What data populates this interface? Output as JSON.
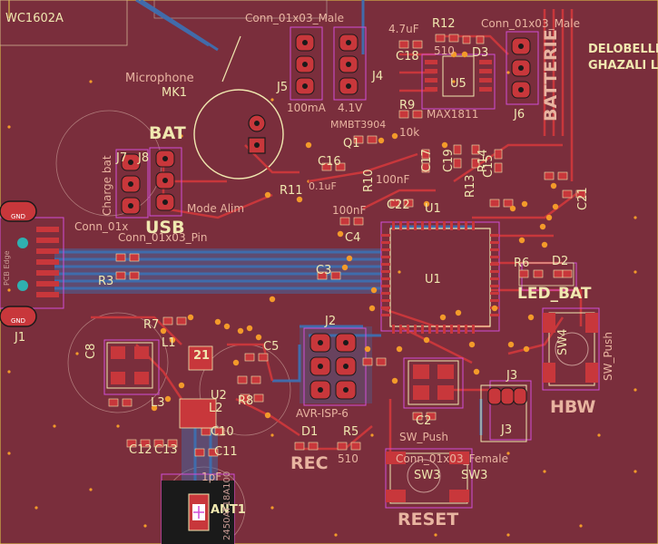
{
  "board": {
    "background": "#7a2e3c",
    "copper_front": "#c8373b",
    "copper_back": "#3f6fb0",
    "silkscreen": "#f0e8b0",
    "fab": "#e8b4a0",
    "courtyard": "#d04fd6"
  },
  "labels": {
    "wc1602a": "WC1602A",
    "conn_top": "Conn_01x03_Male",
    "conn_top2": "Conn_01x03_Male",
    "r12": "R12",
    "c18_val": "4.7uF",
    "c18": "C18",
    "r12_val": "510",
    "d3": "D3",
    "u5": "U5",
    "max1811": "MAX1811",
    "j6": "J6",
    "batterie": "BATTERIE",
    "author1": "DELOBELLE",
    "author2": "GHAZALI L",
    "microphone": "Microphone",
    "mk1": "MK1",
    "j5": "J5",
    "j4": "J4",
    "curr100": "100mA",
    "volt41": "4.1V",
    "mmbt": "MMBT3904",
    "r9": "R9",
    "r9_val": "10k",
    "q1": "Q1",
    "bat": "BAT",
    "charge_bat": "Charge bat",
    "j7": "J7",
    "j8": "J8",
    "usb": "USB",
    "mode_alim": "Mode Alim",
    "conn_left": "Conn_01x",
    "conn_pin": "Conn_01x03_Pin",
    "c16": "C16",
    "c16_val": "0.1uF",
    "r11": "R11",
    "r10": "R10",
    "c100n": "100nF",
    "c22": "C22",
    "c17": "C17",
    "c19": "C19",
    "r13": "R13",
    "r14": "R14",
    "c15": "C15",
    "c21": "C21",
    "u1": "U1",
    "u1b": "U1",
    "c4": "C4",
    "c4_val": "100nF",
    "c3": "C3",
    "r3": "R3",
    "r6": "R6",
    "d2": "D2",
    "led_bat": "LED_BAT",
    "j1": "J1",
    "gnd1": "GND",
    "gnd2": "GND",
    "pcb_edge": "PCB Edge",
    "r7": "R7",
    "c5": "C5",
    "j2": "J2",
    "avr": "AVR-ISP-6",
    "l1": "L1",
    "c8": "C8",
    "l3": "L3",
    "l2": "L2",
    "u2": "U2",
    "r8": "R8",
    "c10": "C10",
    "c11": "C11",
    "c12": "C12",
    "c13": "C13",
    "c1pf": "1pF",
    "ant1": "ANT1",
    "ant_fab": "2450AT18A100",
    "n21": "21",
    "sw4": "SW4",
    "sw_push": "SW_Push",
    "hbw": "HBW",
    "j3": "J3",
    "j3b": "J3",
    "c2": "C2",
    "d1": "D1",
    "r5": "R5",
    "r5_val": "510",
    "rec": "REC",
    "sw_push2": "SW_Push",
    "conn_female": "Conn_01x03_Female",
    "sw3": "SW3",
    "sw3b": "SW3",
    "reset": "RESET"
  }
}
